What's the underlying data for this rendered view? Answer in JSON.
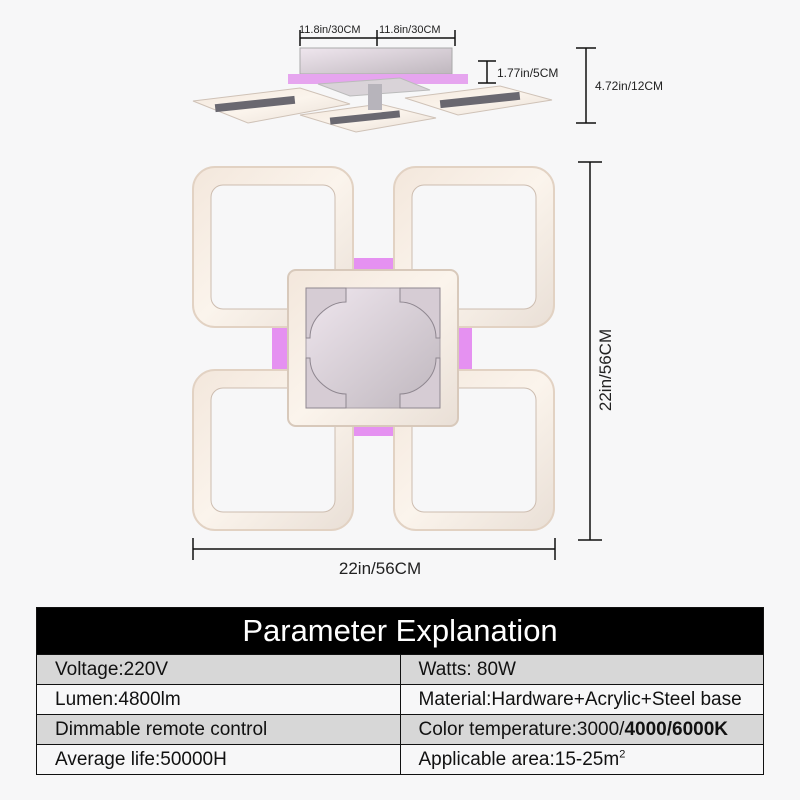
{
  "dimensions": {
    "arm_length_left": "11.8in/30CM",
    "arm_length_right": "11.8in/30CM",
    "base_height": "1.77in/5CM",
    "total_height": "4.72in/12CM",
    "depth": "22in/56CM",
    "width": "22in/56CM"
  },
  "table": {
    "title": "Parameter Explanation",
    "rows": [
      {
        "left": "Voltage:220V",
        "right": "Watts: 80W"
      },
      {
        "left": "Lumen:4800lm",
        "right": "Material:Hardware+Acrylic+Steel base"
      },
      {
        "left": "Dimmable remote control",
        "right_prefix": "Color temperature:3000/",
        "right_bold": "4000/6000K"
      },
      {
        "left": "Average life:50000H",
        "right_prefix": "Applicable area:15-25m",
        "right_sup": "2"
      }
    ]
  },
  "colors": {
    "accent_glow": "#e27ff0",
    "table_header_bg": "#000000",
    "row_shade": "#d7d7d7"
  }
}
